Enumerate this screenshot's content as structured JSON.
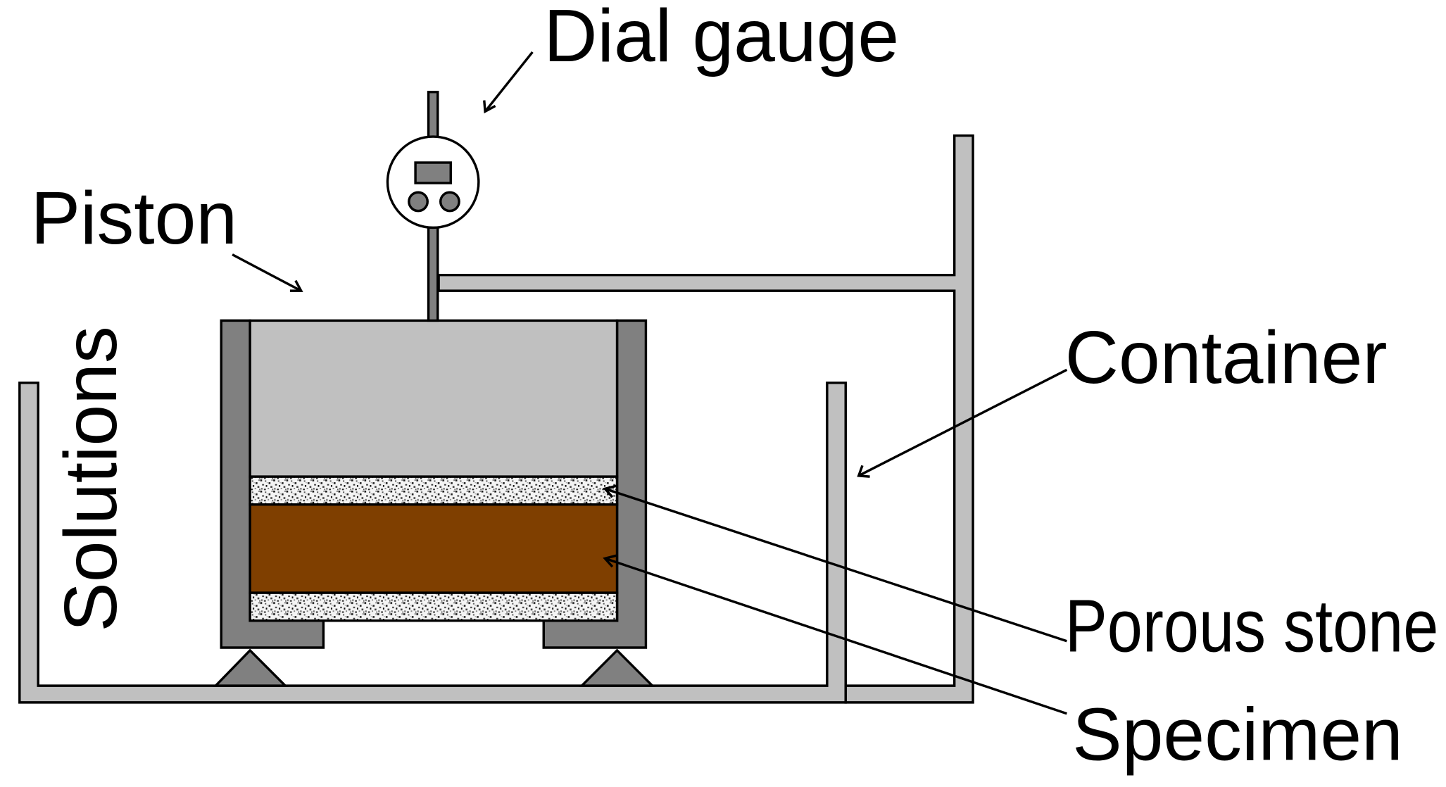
{
  "labels": {
    "dial_gauge": "Dial gauge",
    "piston": "Piston",
    "solutions": "Solutions",
    "container": "Container",
    "porous_stone": "Porous stone",
    "specimen": "Specimen"
  },
  "colors": {
    "background": "#ffffff",
    "frame_light_gray": "#c0c0c0",
    "wall_dark_gray": "#808080",
    "piston_fill": "#c0c0c0",
    "specimen_brown": "#7f3f00",
    "porous_stone_base": "#f4f4f4",
    "outline": "#000000"
  },
  "icons": [
    "dial-gauge-icon",
    "arrow-icon"
  ]
}
